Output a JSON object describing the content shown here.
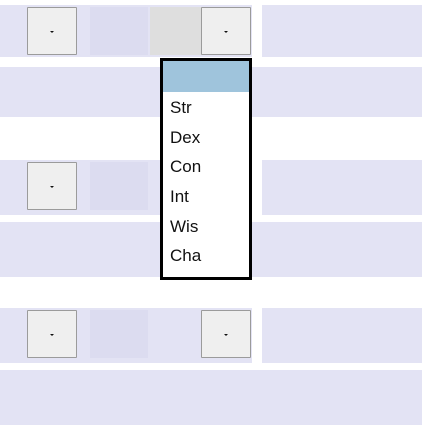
{
  "rows": [
    {
      "id": "row1"
    },
    {
      "id": "row2"
    },
    {
      "id": "row3"
    }
  ],
  "dropdown_popup": {
    "selected_value": "",
    "options": [
      "Str",
      "Dex",
      "Con",
      "Int",
      "Wis",
      "Cha"
    ]
  }
}
